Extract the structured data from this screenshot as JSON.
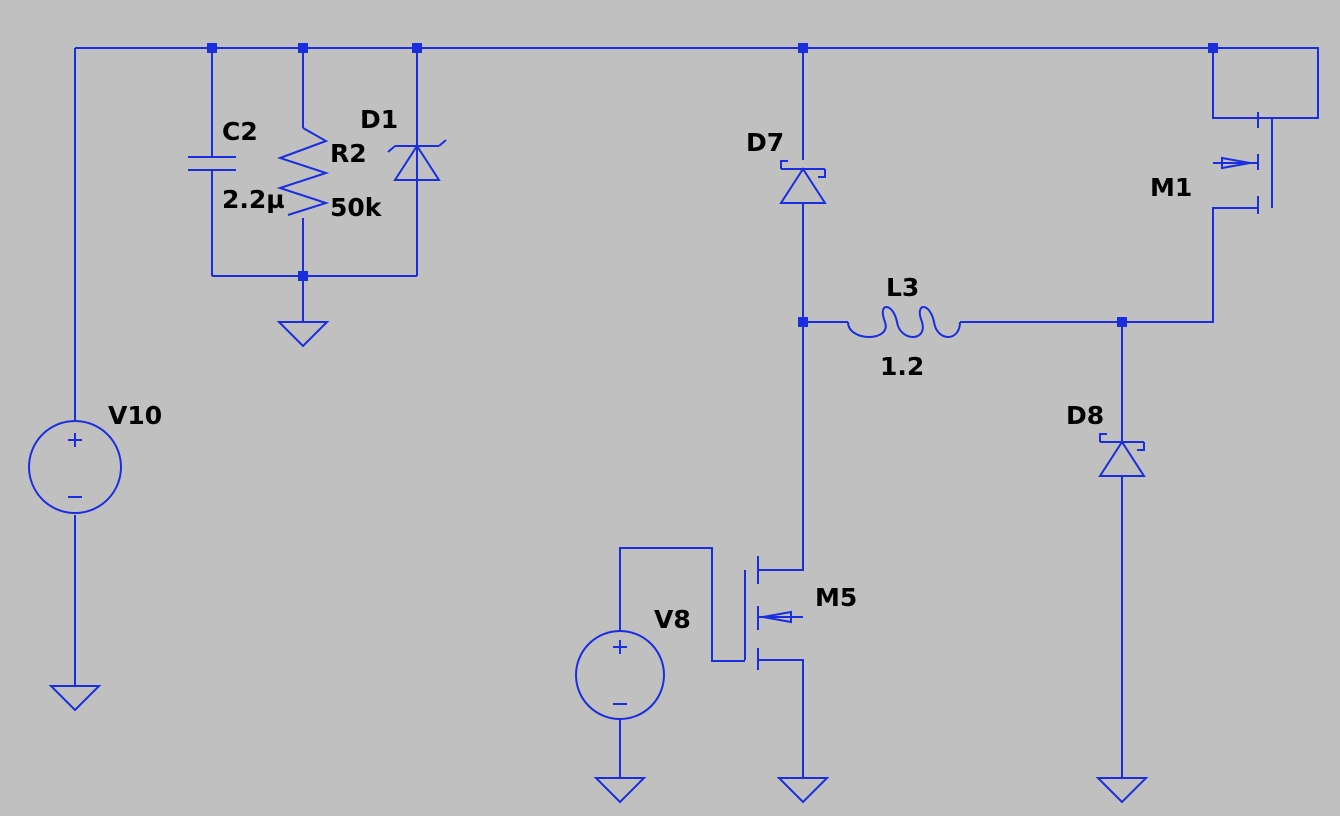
{
  "colors": {
    "background": "#c0c0c0",
    "wire": "#1a2ee0",
    "text": "#000000"
  },
  "components": {
    "V10": {
      "name": "V10"
    },
    "C2": {
      "name": "C2",
      "value": "2.2µ"
    },
    "R2": {
      "name": "R2",
      "value": "50k"
    },
    "D1": {
      "name": "D1"
    },
    "D7": {
      "name": "D7"
    },
    "L3": {
      "name": "L3",
      "value": "1.2"
    },
    "D8": {
      "name": "D8"
    },
    "M1": {
      "name": "M1"
    },
    "M5": {
      "name": "M5"
    },
    "V8": {
      "name": "V8"
    }
  }
}
